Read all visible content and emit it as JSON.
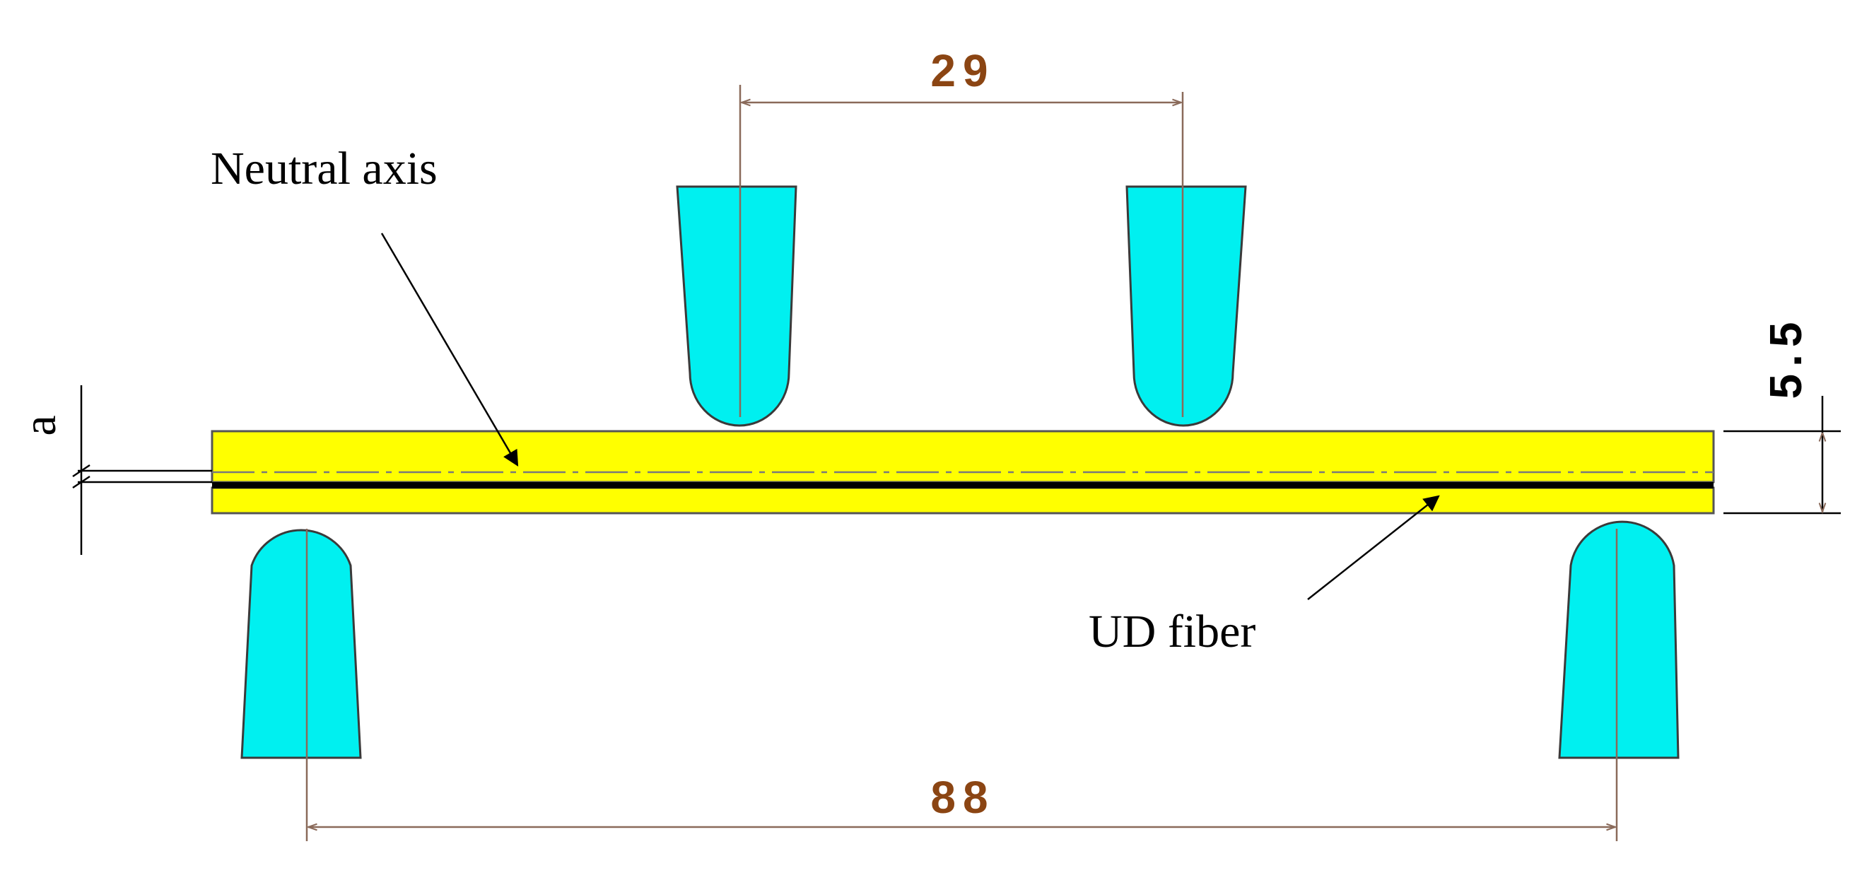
{
  "labels": {
    "neutral_axis": "Neutral axis",
    "ud_fiber": "UD fiber",
    "dim_a": "a"
  },
  "dimensions": {
    "loading_span": "29",
    "support_span": "88",
    "thickness": "5.5"
  },
  "colors": {
    "specimen": "#ffff00",
    "roller": "#00f0f0",
    "dimension_text": "#8b4513",
    "fiber": "#000000"
  }
}
